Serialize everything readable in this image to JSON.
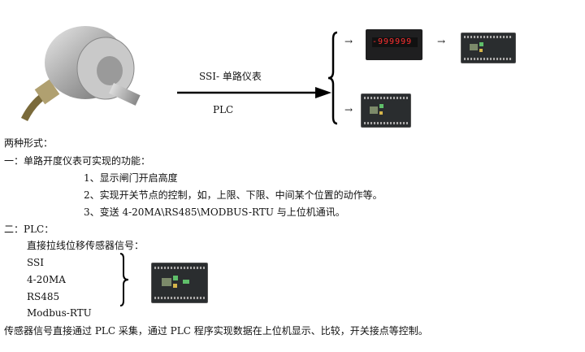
{
  "diagram": {
    "arrow_top_label": "SSI-   单路仪表",
    "arrow_bottom_label": "PLC",
    "arrow_glyph": "→",
    "meter_display": "-999999"
  },
  "text": {
    "intro": "两种形式：",
    "section1_title": "一：单路开度仪表可实现的功能：",
    "section1_items": [
      "1、显示闸门开启高度",
      "2、实现开关节点的控制，如，上限、下限、中间某个位置的动作等。",
      "3、变送 4-20MA\\RS485\\MODBUS-RTU 与上位机通讯。"
    ],
    "section2_title": "二：PLC：",
    "section2_sub": "直接拉线位移传感器信号：",
    "signals": [
      "SSI",
      "4-20MA",
      "RS485",
      "Modbus-RTU"
    ],
    "conclusion": "传感器信号直接通过 PLC 采集，通过 PLC 程序实现数据在上位机显示、比较，开关接点等控制。"
  }
}
